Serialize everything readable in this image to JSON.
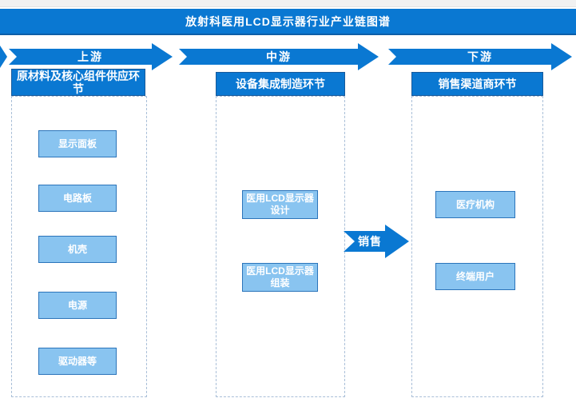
{
  "title": "放射科医用LCD显示器行业产业链图谱",
  "colors": {
    "primary_blue": "#0a78d2",
    "banner_bottom_edge": "#0d5ea8",
    "header_border": "#185a9b",
    "light_box_fill": "#89c4f0",
    "light_box_border": "#2b74ba",
    "dashed_border": "#a9bfd8",
    "top_strip": "#f1f1f1",
    "text_white": "#ffffff"
  },
  "stages": [
    {
      "arrow_label": "上游",
      "header": "原材料及核心组件供应环\n节",
      "items": [
        "显示面板",
        "电路板",
        "机壳",
        "电源",
        "驱动器等"
      ]
    },
    {
      "arrow_label": "中游",
      "header": "设备集成制造环节",
      "items": [
        "医用LCD显示器\n设计",
        "医用LCD显示器\n组装"
      ]
    },
    {
      "arrow_label": "下游",
      "header": "销售渠道商环节",
      "items": [
        "医疗机构",
        "终端用户"
      ]
    }
  ],
  "flow_arrow": {
    "label": "销售"
  }
}
